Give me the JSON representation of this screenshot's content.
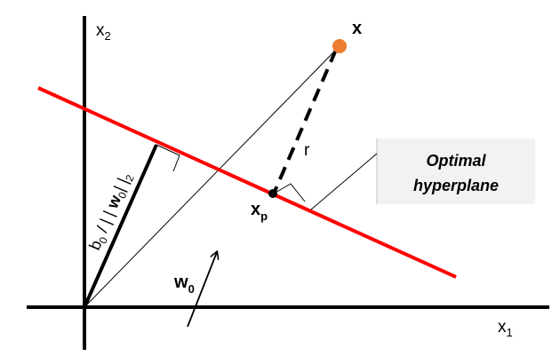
{
  "axes": {
    "x_axis": {
      "main": "x",
      "sub": "1"
    },
    "y_axis": {
      "main": "x",
      "sub": "2"
    }
  },
  "point_x": {
    "label": "x",
    "color": "#ED7D31"
  },
  "projection": {
    "main": "x",
    "sub": "p"
  },
  "distance_label": "r",
  "weight_vector": {
    "main": "w",
    "sub": "0"
  },
  "offset_label": {
    "prefix": "b",
    "prefix_sub": "0",
    "sep": " / | | ",
    "w": "w",
    "w_sub": "0",
    "norm": "| |",
    "norm_sub": "2"
  },
  "callout": {
    "line1": "Optimal",
    "line2": "hyperplane",
    "background": "#F2F2F2"
  },
  "hyperplane_color": "#FF0000"
}
